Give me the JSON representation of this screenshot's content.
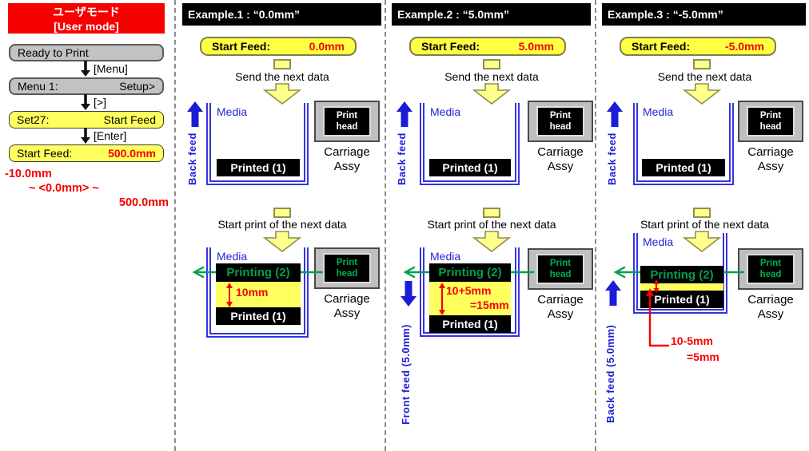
{
  "left_panel": {
    "title_line1": "ユーザモード",
    "title_line2": "[User mode]",
    "ready": "Ready to Print",
    "key_menu": "[Menu]",
    "menu1_left": "Menu 1:",
    "menu1_right": "Setup>",
    "key_next": "[>]",
    "set27_left": "Set27:",
    "set27_right": "Start Feed",
    "key_enter": "[Enter]",
    "sf_label": "Start Feed:",
    "sf_value": "500.0mm",
    "range_min": "-10.0mm",
    "range_mid": "~ <0.0mm> ~",
    "range_max": "500.0mm"
  },
  "common": {
    "start_feed_label": "Start Feed:",
    "send_next": "Send the next data",
    "start_print_next": "Start print of the next data",
    "media": "Media",
    "printed": "Printed (1)",
    "printing": "Printing (2)",
    "print_head_l1": "Print",
    "print_head_l2": "head",
    "carriage_l1": "Carriage",
    "carriage_l2": "Assy",
    "back_feed": "Back feed"
  },
  "examples": [
    {
      "header": "Example.1 : “0.0mm”",
      "value": "0.0mm",
      "measure_l1": "10mm",
      "measure_l2": ""
    },
    {
      "header": "Example.2 : “5.0mm”",
      "value": "5.0mm",
      "measure_l1": "10+5mm",
      "measure_l2": "=15mm",
      "feed_label": "Front feed (5.0mm)"
    },
    {
      "header": "Example.3 : “-5.0mm”",
      "value": "-5.0mm",
      "measure_l1": "10-5mm",
      "measure_l2": "=5mm",
      "feed_label": "Back feed (5.0mm)"
    }
  ],
  "colors": {
    "accent_red": "#f70000",
    "media_blue": "#3434dd",
    "feed_blue": "#1c1cd8",
    "active_green": "#00a050",
    "highlight_yellow": "#ffff43",
    "arrow_yellow": "#ffff8c",
    "gray_box": "#c2c2c2"
  }
}
